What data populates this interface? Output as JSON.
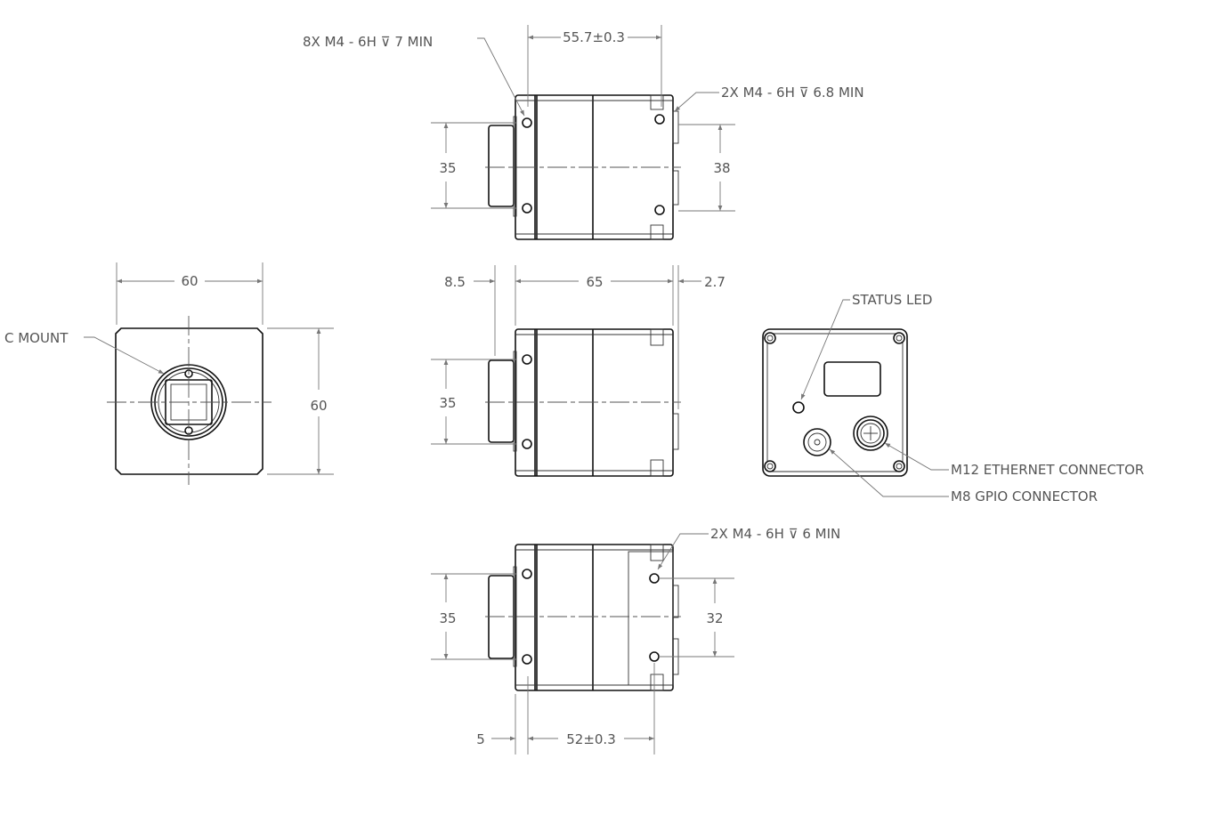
{
  "top_view": {
    "hole_callout": "8X M4 - 6H ⊽ 7 MIN",
    "side_hole_callout": "2X M4 - 6H ⊽ 6.8 MIN",
    "length_dim": "55.7±0.3",
    "left_height_dim": "35",
    "right_height_dim": "38"
  },
  "front_view": {
    "mount_label": "C MOUNT",
    "width_dim": "60",
    "height_dim": "60"
  },
  "side_view": {
    "lens_dim": "8.5",
    "body_dim": "65",
    "rear_dim": "2.7",
    "height_dim": "35"
  },
  "back_view": {
    "led_label": "STATUS LED",
    "ethernet_label": "M12 ETHERNET CONNECTOR",
    "gpio_label": "M8 GPIO CONNECTOR"
  },
  "bottom_view": {
    "hole_callout": "2X M4 - 6H ⊽ 6 MIN",
    "left_height_dim": "35",
    "right_height_dim": "32",
    "front_dim": "5",
    "length_dim": "52±0.3"
  },
  "colors": {
    "outline": "#111111",
    "dimension": "#777777",
    "text": "#555555"
  }
}
